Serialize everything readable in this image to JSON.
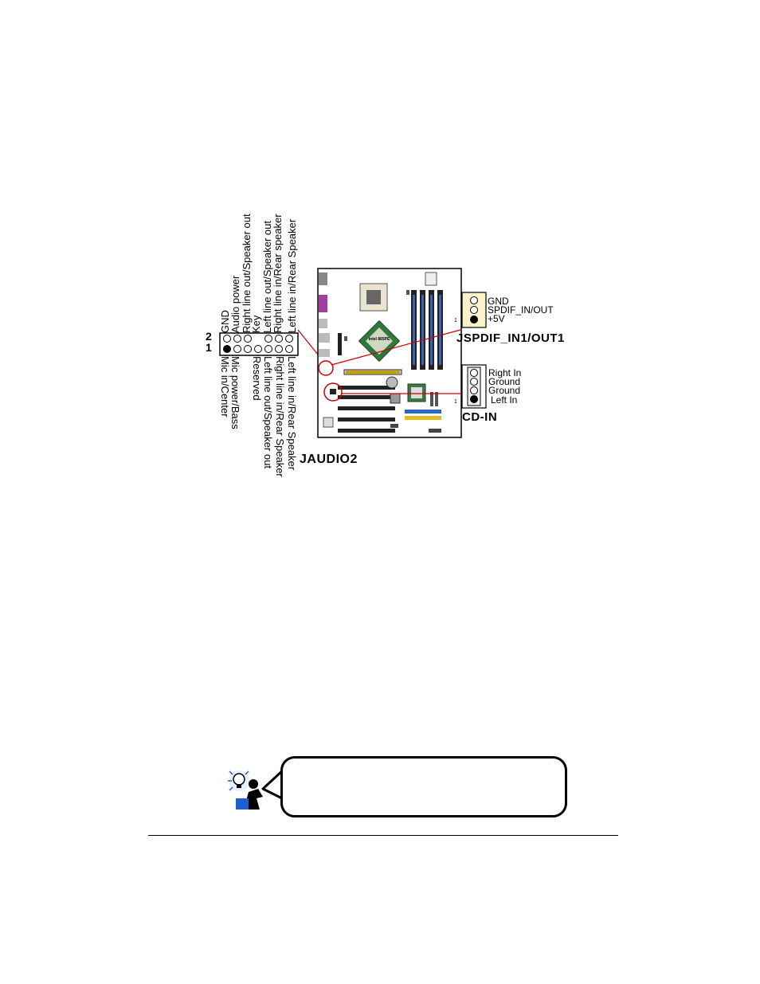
{
  "jaudio2": {
    "title": "JAUDIO2",
    "row_labels": [
      "2",
      "1"
    ],
    "top_labels": [
      "Left line in/Rear Speaker",
      "Right line in/Rear speaker",
      "Left line out/Speaker out",
      "Key",
      "Right line out/Speaker out",
      "Audio power",
      "GND"
    ],
    "bottom_labels": [
      "Left line in/Rear Speaker",
      "Right line in/Rear Speaker",
      "Left line out/Speaker out",
      "Reserved",
      "Mic power/Bass",
      "Mic in/Center"
    ]
  },
  "jspdif": {
    "title": "JSPDIF_IN1/OUT1",
    "pin1": "1",
    "pins": [
      "GND",
      "SPDIF_IN/OUT",
      "+5V"
    ]
  },
  "cdin": {
    "title": "CD-IN",
    "pin1": "1",
    "pins": [
      "Right In",
      "Ground",
      "Ground",
      "Left In"
    ]
  },
  "board": {
    "chip_label": "Intel 865PE"
  },
  "icons": {
    "tip": "thinking-person-lightbulb-icon"
  }
}
